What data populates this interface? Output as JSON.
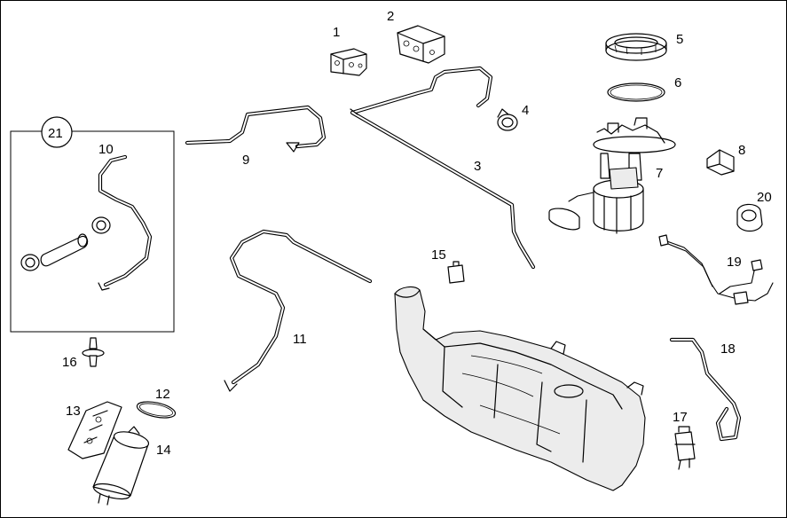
{
  "diagram": {
    "callouts": [
      {
        "id": "1",
        "label": "1"
      },
      {
        "id": "2",
        "label": "2"
      },
      {
        "id": "3",
        "label": "3"
      },
      {
        "id": "4",
        "label": "4"
      },
      {
        "id": "5",
        "label": "5"
      },
      {
        "id": "6",
        "label": "6"
      },
      {
        "id": "7",
        "label": "7"
      },
      {
        "id": "8",
        "label": "8"
      },
      {
        "id": "9",
        "label": "9"
      },
      {
        "id": "10",
        "label": "10"
      },
      {
        "id": "11",
        "label": "11"
      },
      {
        "id": "12",
        "label": "12"
      },
      {
        "id": "13",
        "label": "13"
      },
      {
        "id": "14",
        "label": "14"
      },
      {
        "id": "15",
        "label": "15"
      },
      {
        "id": "16",
        "label": "16"
      },
      {
        "id": "17",
        "label": "17"
      },
      {
        "id": "18",
        "label": "18"
      },
      {
        "id": "19",
        "label": "19"
      },
      {
        "id": "20",
        "label": "20"
      },
      {
        "id": "21",
        "label": "21"
      }
    ]
  },
  "colors": {
    "line": "#000000",
    "background": "#ffffff",
    "shade": "#ececec"
  }
}
